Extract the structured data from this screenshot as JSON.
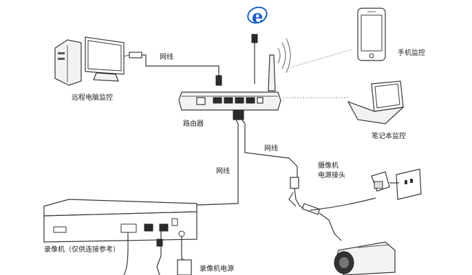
{
  "labels": {
    "remote_pc": "远程电脑监控",
    "cable_pc": "网线",
    "router": "路由器",
    "phone": "手机监控",
    "laptop": "笔记本监控",
    "cable_router_camera": "网线",
    "cable_router_recorder": "网线",
    "camera_power_line1": "摄像机",
    "camera_power_line2": "电源接头",
    "recorder": "录像机（仅供连接参考）",
    "recorder_power": "录像机电源"
  },
  "colors": {
    "ie_logo": "#1a5fc8",
    "line": "#333333",
    "wifi": "#777777"
  },
  "icons": [
    "ie-icon",
    "desktop-computer-icon",
    "router-icon",
    "smartphone-icon",
    "laptop-icon",
    "camera-icon",
    "power-adapter-icon",
    "wall-socket-icon",
    "recorder-icon"
  ]
}
